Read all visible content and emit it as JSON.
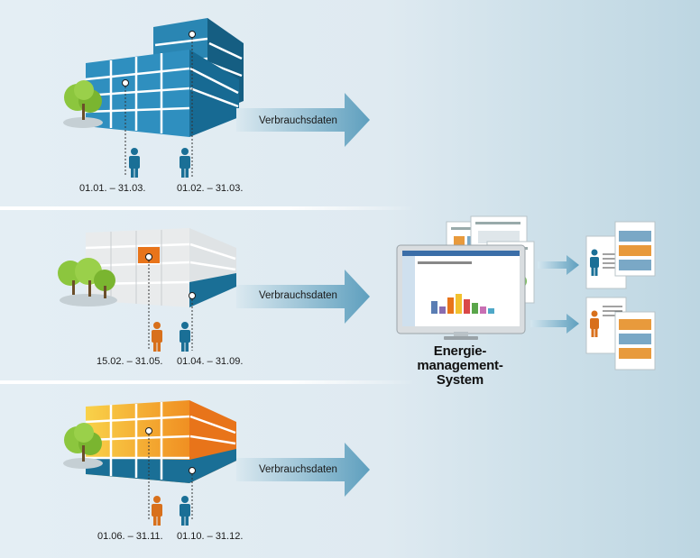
{
  "rows": [
    {
      "arrow_label": "Verbrauchsdaten",
      "date_left": "01.01. – 31.03.",
      "date_right": "01.02. – 31.03."
    },
    {
      "arrow_label": "Verbrauchsdaten",
      "date_left": "15.02. – 31.05.",
      "date_right": "01.04. – 31.09."
    },
    {
      "arrow_label": "Verbrauchsdaten",
      "date_left": "01.06. – 31.11.",
      "date_right": "01.10. – 31.12."
    }
  ],
  "system": {
    "line1": "Energie-",
    "line2": "management-",
    "line3": "System"
  },
  "colors": {
    "blue": "#1e6f95",
    "orange": "#e8741a",
    "arrow": "#7bb3cc",
    "person_blue": "#1a6f96",
    "person_orange": "#d8701c"
  },
  "icons": {
    "person": "person-icon",
    "tree": "tree-icon",
    "monitor": "monitor-icon",
    "report": "report-document-icon",
    "arrow": "arrow-right-icon"
  }
}
